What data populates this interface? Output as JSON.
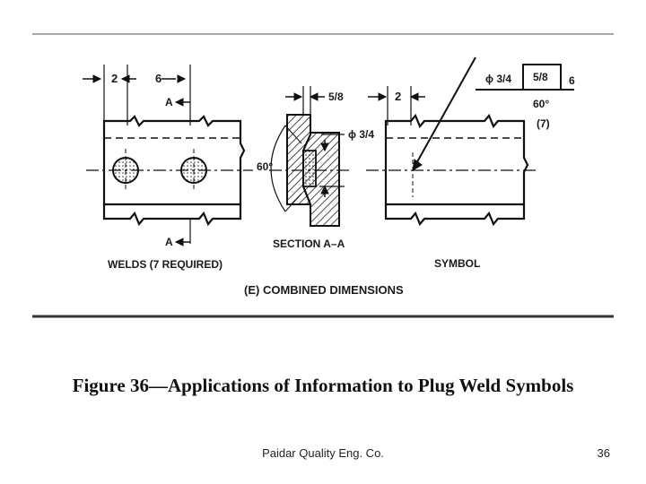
{
  "figure": {
    "labels": {
      "dim_2_left": "2",
      "dim_6_left": "6",
      "section_a_top": "A",
      "section_a_bottom": "A",
      "welds_caption": "WELDS (7 REQUIRED)",
      "dim_5_8_section": "5/8",
      "dia_3_4_section": "ϕ 3/4",
      "angle_60_section": "60°",
      "section_caption": "SECTION A–A",
      "dim_2_symbol": "2",
      "symbol_dia": "ϕ 3/4",
      "symbol_depth": "5/8",
      "symbol_pitch": "6",
      "symbol_angle": "60°",
      "symbol_count": "(7)",
      "symbol_caption": "SYMBOL",
      "combined_caption": "(E) COMBINED DIMENSIONS"
    },
    "title": "Figure 36—Applications of Information to Plug Weld Symbols"
  },
  "footer": {
    "company": "Paidar Quality Eng. Co.",
    "page_number": "36"
  }
}
